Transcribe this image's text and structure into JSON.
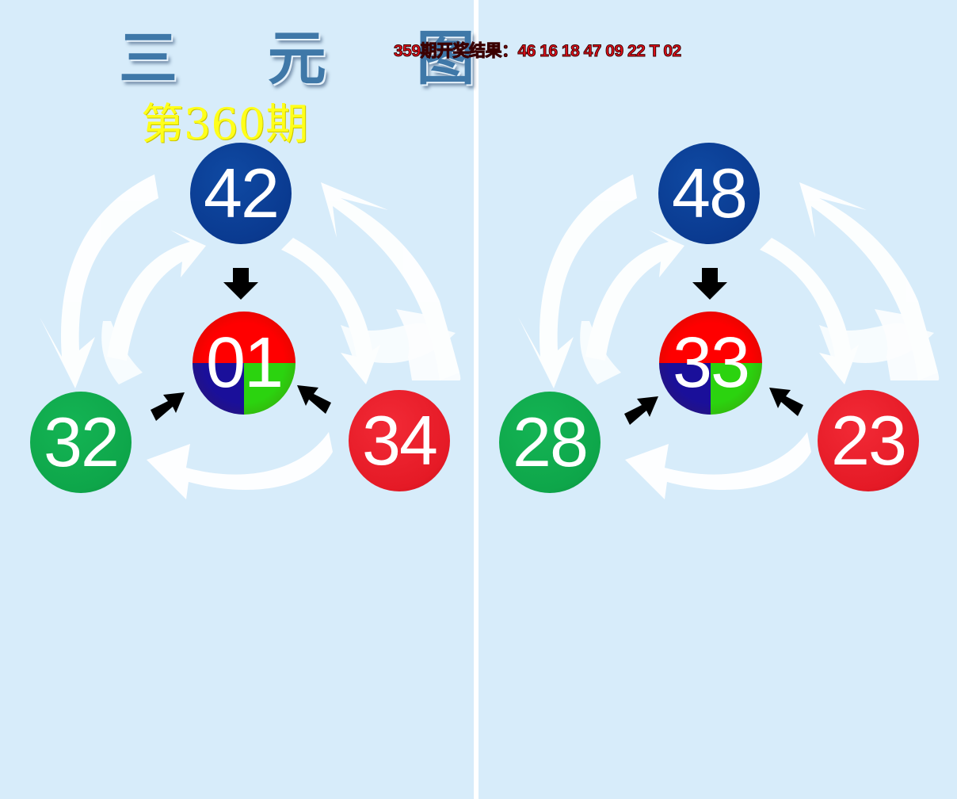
{
  "header": {
    "title": "三 元 图",
    "result_text": "359期开奖结果：46 16 18 47 09 22 T 02",
    "issue_text": "第360期"
  },
  "colors": {
    "background": "#d7ecfa",
    "blue_ball": "#0a3a90",
    "green_ball": "#0ea64a",
    "red_ball": "#e51a26",
    "issue_text": "#ffff1a",
    "result_text": "#e8101a"
  },
  "panels": [
    {
      "top": "42",
      "left": "32",
      "right": "34",
      "center": "01"
    },
    {
      "top": "48",
      "left": "28",
      "right": "23",
      "center": "33"
    }
  ]
}
